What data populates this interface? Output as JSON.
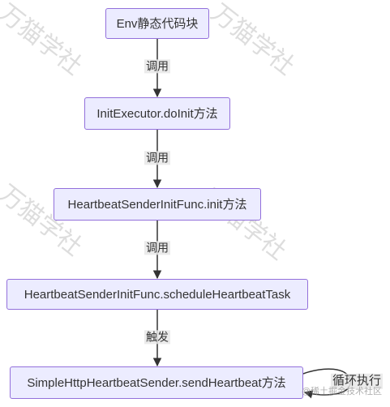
{
  "nodes": [
    {
      "id": "env",
      "label": "Env静态代码块"
    },
    {
      "id": "init",
      "label": "InitExecutor.doInit方法"
    },
    {
      "id": "hb_init",
      "label": "HeartbeatSenderInitFunc.init方法"
    },
    {
      "id": "schedule",
      "label": "HeartbeatSenderInitFunc.scheduleHeartbeatTask"
    },
    {
      "id": "send",
      "label": "SimpleHttpHeartbeatSender.sendHeartbeat方法"
    }
  ],
  "edges": [
    {
      "from": "env",
      "to": "init",
      "label": "调用"
    },
    {
      "from": "init",
      "to": "hb_init",
      "label": "调用"
    },
    {
      "from": "hb_init",
      "to": "schedule",
      "label": "调用"
    },
    {
      "from": "schedule",
      "to": "send",
      "label": "触发"
    },
    {
      "from": "send",
      "to": "send",
      "label": "循环执行"
    }
  ],
  "watermark": "万猫学社",
  "credit": "@稀土掘金技术社区",
  "colors": {
    "node_fill": "#ececff",
    "node_border": "#9370db",
    "edge": "#333333"
  }
}
